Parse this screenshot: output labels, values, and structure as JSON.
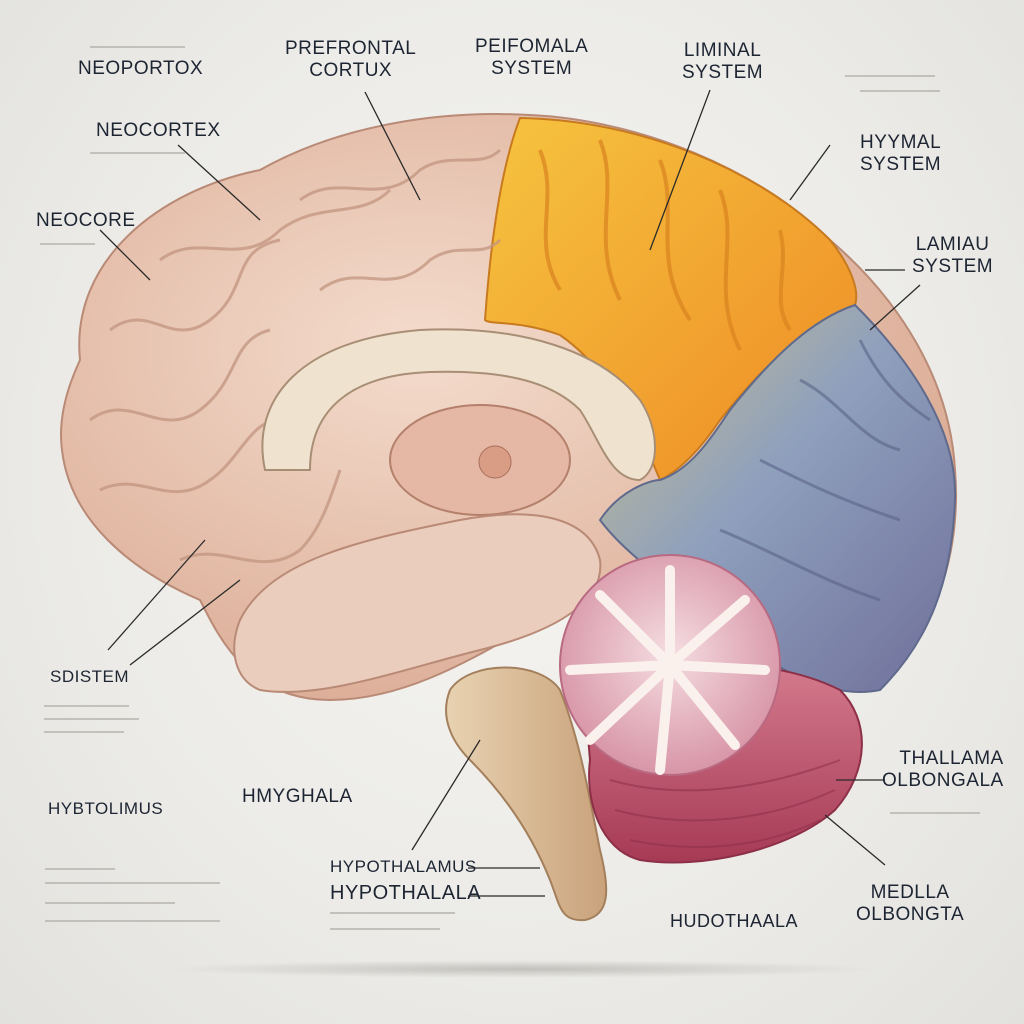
{
  "labels": {
    "neoportox": "NEOPORTOX",
    "prefrontal_cortex": [
      "PREFRONTAL",
      "CORTUX"
    ],
    "peifomala_system": [
      "PEIFOMALA",
      "SYSTEM"
    ],
    "liminal_system": [
      "LIMINAL",
      "SYSTEM"
    ],
    "neocortex": "NEOCORTEX",
    "hymal_system": [
      "HYYMAL",
      "SYSTEM"
    ],
    "neocore": "NEOCORE",
    "lamial_system": [
      "LAMIAU",
      "SYSTEM"
    ],
    "sdistem": "SDISTEM",
    "hymyghala": "HMYGHALA",
    "hypothalamus_left": "HYBTOLIMUS",
    "thallama": [
      "THALLAMA",
      "OLBONGALA"
    ],
    "hypothalamus_1": "HYPOTHALAMUS",
    "hypothalala": "HYPOTHALALA",
    "medula": [
      "MEDLLA",
      "OLBONGTA"
    ],
    "hudothaala": "HUDOTHAALA"
  },
  "colors": {
    "cortex": "#e8c6b4",
    "frontal_orange": "#f2a43a",
    "parietal_olive": "#c9c28a",
    "occipital_blue": "#7f8fb0",
    "cerebellum_pink": "#d9a3b3",
    "cerebellum_red": "#c45a72",
    "brainstem": "#dcc09a",
    "corpus_callosum": "#efe3cf"
  }
}
